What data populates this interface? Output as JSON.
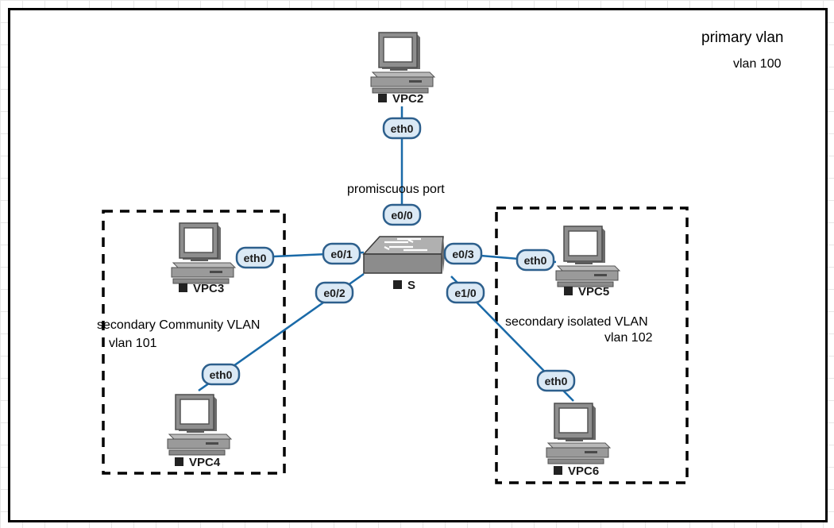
{
  "title": "primary vlan",
  "primary_vlan": "vlan 100",
  "promiscuous_label": "promiscuous port",
  "community": {
    "title": "secondary Community VLAN",
    "vlan": "vlan 101"
  },
  "isolated": {
    "title": "secondary isolated VLAN",
    "vlan": "vlan 102"
  },
  "nodes": {
    "vpc2": "VPC2",
    "vpc3": "VPC3",
    "vpc4": "VPC4",
    "vpc5": "VPC5",
    "vpc6": "VPC6",
    "switch": "S"
  },
  "ports": {
    "vpc2_eth0": "eth0",
    "vpc3_eth0": "eth0",
    "vpc4_eth0": "eth0",
    "vpc5_eth0": "eth0",
    "vpc6_eth0": "eth0",
    "s_e00": "e0/0",
    "s_e01": "e0/1",
    "s_e02": "e0/2",
    "s_e03": "e0/3",
    "s_e10": "e1/0"
  },
  "colors": {
    "link": "#1a6aa8",
    "port_fill": "#dbe9f5",
    "port_stroke": "#2d5f8c"
  }
}
